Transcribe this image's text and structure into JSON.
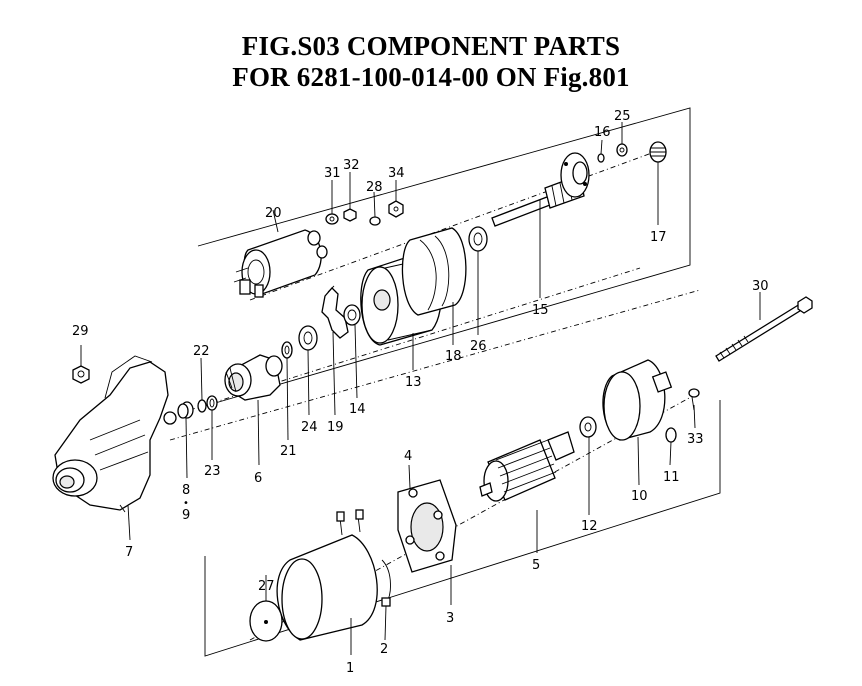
{
  "title": {
    "line1": "FIG.S03  COMPONENT PARTS",
    "line2": "FOR 6281-100-014-00 ON Fig.801"
  },
  "callouts": {
    "p1": "1",
    "p2": "2",
    "p3": "3",
    "p4": "4",
    "p5": "5",
    "p6": "6",
    "p7": "7",
    "p8": "8",
    "p8dot": "•",
    "p9": "9",
    "p10": "10",
    "p11": "11",
    "p12": "12",
    "p13": "13",
    "p14": "14",
    "p15": "15",
    "p16": "16",
    "p17": "17",
    "p18": "18",
    "p19": "19",
    "p20": "20",
    "p21": "21",
    "p22": "22",
    "p23": "23",
    "p24": "24",
    "p25": "25",
    "p26": "26",
    "p27": "27",
    "p28": "28",
    "p29": "29",
    "p30": "30",
    "p31": "31",
    "p32": "32",
    "p33": "33",
    "p34": "34"
  }
}
